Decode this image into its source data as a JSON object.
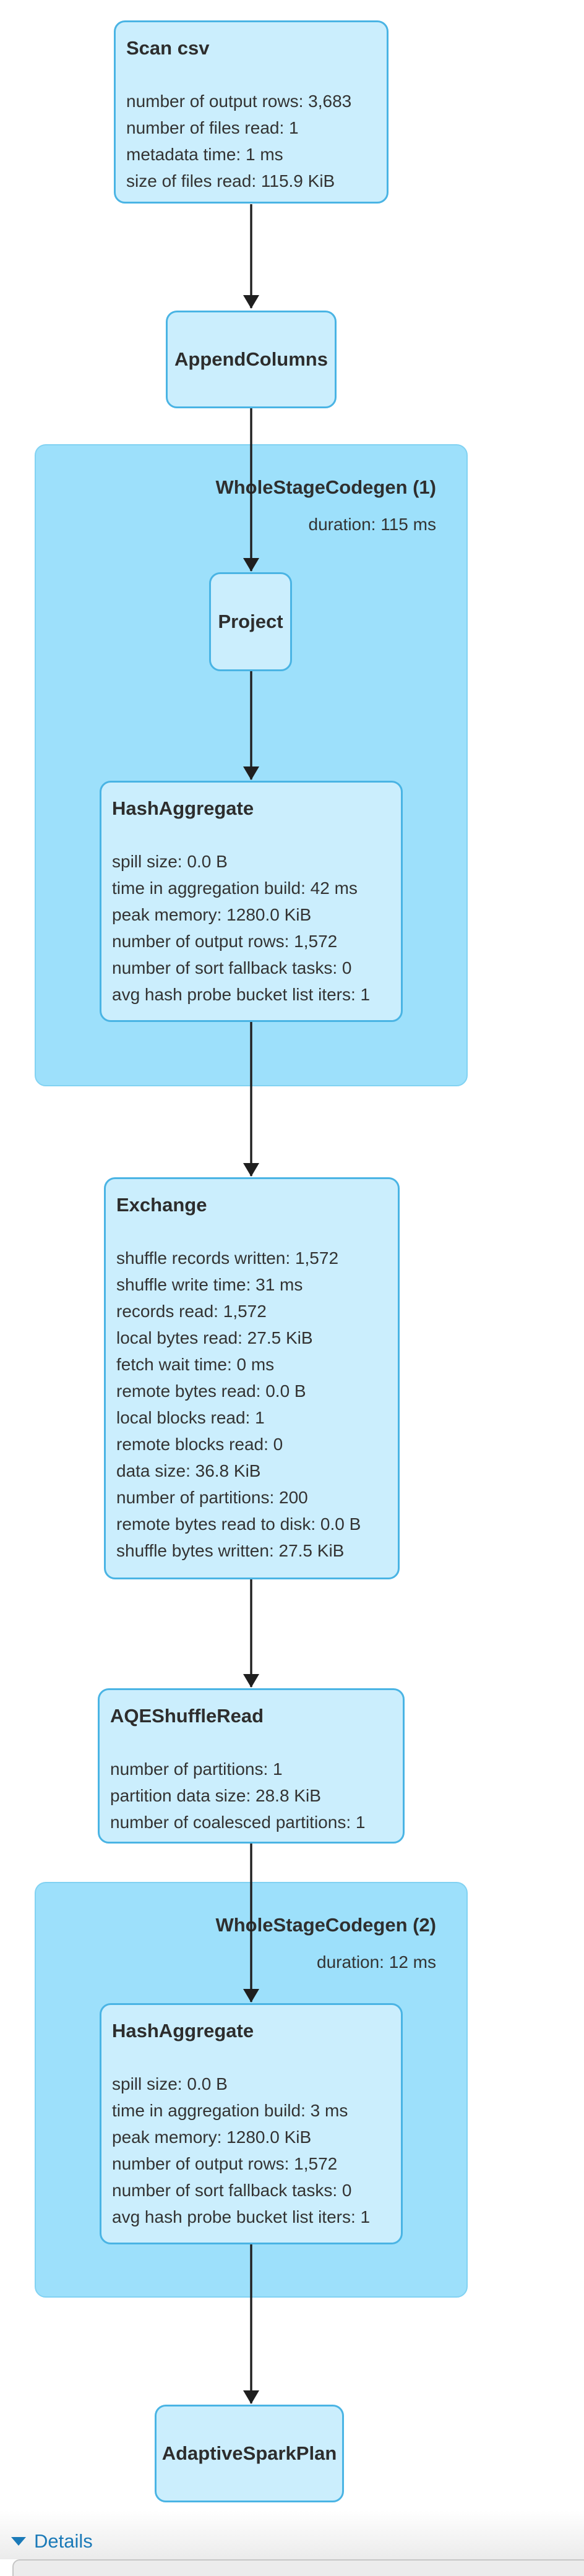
{
  "colors": {
    "cluster_fill": "#9de0fb",
    "cluster_border": "#82d2f2",
    "node_fill": "#cbeefd",
    "node_border": "#4ab4e4",
    "node_text": "#333333",
    "arrow": "#1f1f1f",
    "details_link_blue": "#1b7ab8",
    "panel_fill": "#ececec",
    "panel_border": "#c6c6c6"
  },
  "plan": {
    "scan": {
      "title": "Scan csv",
      "metrics": [
        "number of output rows: 3,683",
        "number of files read: 1",
        "metadata time: 1 ms",
        "size of files read: 115.9 KiB"
      ]
    },
    "append_columns": {
      "title": "AppendColumns"
    },
    "wsc1": {
      "title": "WholeStageCodegen (1)",
      "duration": "duration: 115 ms"
    },
    "project": {
      "title": "Project"
    },
    "hash_aggregate_1": {
      "title": "HashAggregate",
      "metrics": [
        "spill size: 0.0 B",
        "time in aggregation build: 42 ms",
        "peak memory: 1280.0 KiB",
        "number of output rows: 1,572",
        "number of sort fallback tasks: 0",
        "avg hash probe bucket list iters: 1"
      ]
    },
    "exchange": {
      "title": "Exchange",
      "metrics": [
        "shuffle records written: 1,572",
        "shuffle write time: 31 ms",
        "records read: 1,572",
        "local bytes read: 27.5 KiB",
        "fetch wait time: 0 ms",
        "remote bytes read: 0.0 B",
        "local blocks read: 1",
        "remote blocks read: 0",
        "data size: 36.8 KiB",
        "number of partitions: 200",
        "remote bytes read to disk: 0.0 B",
        "shuffle bytes written: 27.5 KiB"
      ]
    },
    "aqe_shuffle_read": {
      "title": "AQEShuffleRead",
      "metrics": [
        "number of partitions: 1",
        "partition data size: 28.8 KiB",
        "number of coalesced partitions: 1"
      ]
    },
    "wsc2": {
      "title": "WholeStageCodegen (2)",
      "duration": "duration: 12 ms"
    },
    "hash_aggregate_2": {
      "title": "HashAggregate",
      "metrics": [
        "spill size: 0.0 B",
        "time in aggregation build: 3 ms",
        "peak memory: 1280.0 KiB",
        "number of output rows: 1,572",
        "number of sort fallback tasks: 0",
        "avg hash probe bucket list iters: 1"
      ]
    },
    "adaptive_spark_plan": {
      "title": "AdaptiveSparkPlan"
    }
  },
  "footer": {
    "details_label": "Details"
  }
}
